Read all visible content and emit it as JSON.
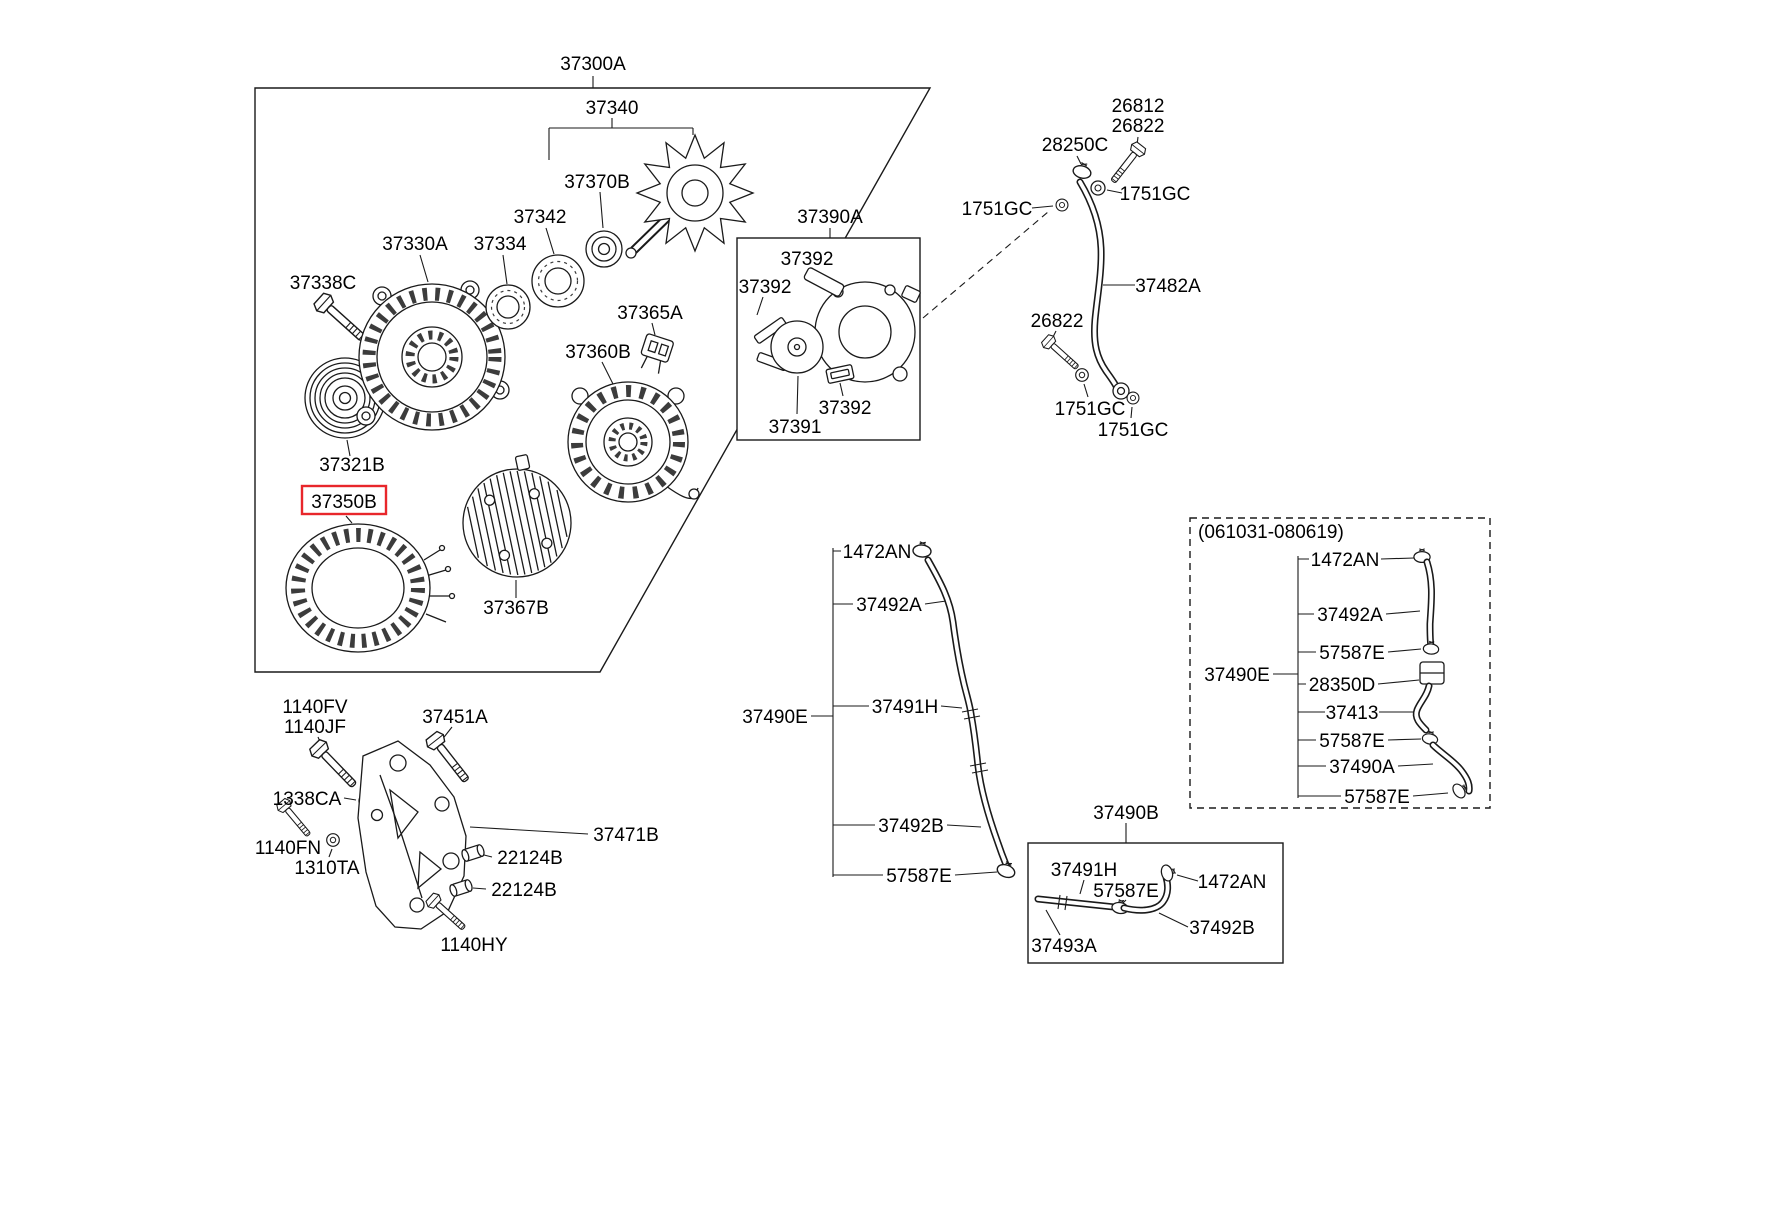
{
  "selection": {
    "highlighted_part": "37350B",
    "color": "#e8262b"
  },
  "alternator": {
    "assembly": "37300A",
    "rotor_assy": "37340",
    "bearing_cover": "37370B",
    "front_bearing": "37342",
    "rear_bearing": "37334",
    "front_bracket": "37330A",
    "through_bolt": "37338C",
    "brush_holder": "37365A",
    "rear_bracket": "37360B",
    "pulley": "37321B",
    "stator": "37350B",
    "rectifier": "37367B"
  },
  "vacuum_pump": {
    "assembly": "37390A",
    "blade_upper": "37392",
    "blade_front": "37392",
    "gasket": "37392",
    "pump": "37391"
  },
  "oil_line": {
    "bolt_short": "26812",
    "bolt_long": "26822",
    "clamp": "28250C",
    "washer_top_right": "1751GC",
    "washer_top_left": "1751GC",
    "hose": "37482A",
    "bolt_lower": "26822",
    "washer_bottom_left": "1751GC",
    "washer_bottom_right": "1751GC"
  },
  "vacuum_hose": {
    "assembly": "37490E",
    "clamp_upper": "1472AN",
    "hose_upper": "37492A",
    "hose_center": "37491H",
    "hose_lower": "37492B",
    "clamp_lower": "57587E"
  },
  "vacuum_hose_late": {
    "production_range": "(061031-080619)",
    "assembly": "37490E",
    "clamp_upper": "1472AN",
    "hose_upper": "37492A",
    "clamp_b": "57587E",
    "check_valve": "28350D",
    "pipe": "37413",
    "clamp_c": "57587E",
    "hose_lower": "37490A",
    "clamp_d": "57587E"
  },
  "vacuum_hose_b": {
    "assembly": "37490B",
    "hose_center": "37491H",
    "clamp_center": "57587E",
    "clamp_upper": "1472AN",
    "pipe": "37493A",
    "hose_lower": "37492B"
  },
  "mounting": {
    "bolt_a": "1140FV",
    "bolt_b": "1140JF",
    "bolt_long": "37451A",
    "washer_spring": "1338CA",
    "bolt_short": "1140FN",
    "washer_plain": "1310TA",
    "bushing_upper": "22124B",
    "bracket": "37471B",
    "bushing_lower": "22124B",
    "bolt_lower": "1140HY"
  }
}
